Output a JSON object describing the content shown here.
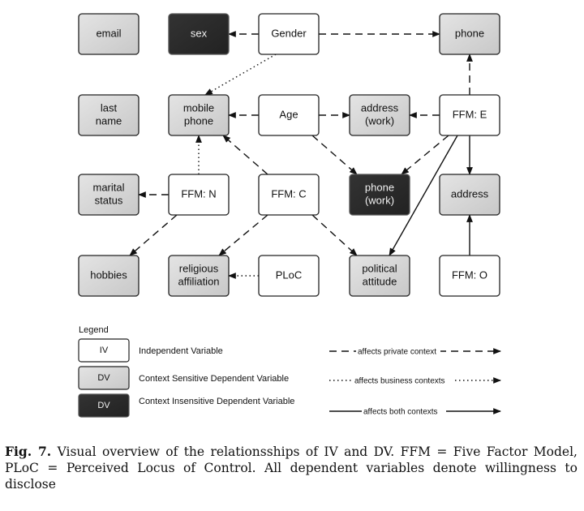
{
  "diagram": {
    "nodes": [
      {
        "id": "email",
        "label": [
          "email"
        ],
        "type": "dv_sensitive",
        "col": 0,
        "row": 0
      },
      {
        "id": "sex",
        "label": [
          "sex"
        ],
        "type": "dv_insensitive",
        "col": 1,
        "row": 0
      },
      {
        "id": "gender",
        "label": [
          "Gender"
        ],
        "type": "iv",
        "col": 2,
        "row": 0
      },
      {
        "id": "phone",
        "label": [
          "phone"
        ],
        "type": "dv_sensitive",
        "col": 4,
        "row": 0
      },
      {
        "id": "last_name",
        "label": [
          "last",
          "name"
        ],
        "type": "dv_sensitive",
        "col": 0,
        "row": 1
      },
      {
        "id": "mobile_phone",
        "label": [
          "mobile",
          "phone"
        ],
        "type": "dv_sensitive",
        "col": 1,
        "row": 1
      },
      {
        "id": "age",
        "label": [
          "Age"
        ],
        "type": "iv",
        "col": 2,
        "row": 1
      },
      {
        "id": "address_work",
        "label": [
          "address",
          "(work)"
        ],
        "type": "dv_sensitive",
        "col": 3,
        "row": 1
      },
      {
        "id": "ffm_e",
        "label": [
          "FFM: E"
        ],
        "type": "iv",
        "col": 4,
        "row": 1
      },
      {
        "id": "marital_status",
        "label": [
          "marital",
          "status"
        ],
        "type": "dv_sensitive",
        "col": 0,
        "row": 2
      },
      {
        "id": "ffm_n",
        "label": [
          "FFM: N"
        ],
        "type": "iv",
        "col": 1,
        "row": 2
      },
      {
        "id": "ffm_c",
        "label": [
          "FFM: C"
        ],
        "type": "iv",
        "col": 2,
        "row": 2
      },
      {
        "id": "phone_work",
        "label": [
          "phone",
          "(work)"
        ],
        "type": "dv_insensitive",
        "col": 3,
        "row": 2
      },
      {
        "id": "address",
        "label": [
          "address"
        ],
        "type": "dv_sensitive",
        "col": 4,
        "row": 2
      },
      {
        "id": "hobbies",
        "label": [
          "hobbies"
        ],
        "type": "dv_sensitive",
        "col": 0,
        "row": 3
      },
      {
        "id": "religious_affiliation",
        "label": [
          "religious",
          "affiliation"
        ],
        "type": "dv_sensitive",
        "col": 1,
        "row": 3
      },
      {
        "id": "ploc",
        "label": [
          "PLoC"
        ],
        "type": "iv",
        "col": 2,
        "row": 3
      },
      {
        "id": "political_attitude",
        "label": [
          "political",
          "attitude"
        ],
        "type": "dv_sensitive",
        "col": 3,
        "row": 3
      },
      {
        "id": "ffm_o",
        "label": [
          "FFM: O"
        ],
        "type": "iv",
        "col": 4,
        "row": 3
      }
    ],
    "edges": [
      {
        "from": "gender",
        "to": "sex",
        "style": "private"
      },
      {
        "from": "gender",
        "to": "phone",
        "style": "private"
      },
      {
        "from": "gender",
        "to": "mobile_phone",
        "style": "business"
      },
      {
        "from": "age",
        "to": "mobile_phone",
        "style": "private"
      },
      {
        "from": "age",
        "to": "address_work",
        "style": "private"
      },
      {
        "from": "age",
        "to": "phone_work",
        "style": "private"
      },
      {
        "from": "ffm_e",
        "to": "phone",
        "style": "private"
      },
      {
        "from": "ffm_e",
        "to": "address_work",
        "style": "private"
      },
      {
        "from": "ffm_e",
        "to": "phone_work",
        "style": "private"
      },
      {
        "from": "ffm_e",
        "to": "political_attitude",
        "style": "both"
      },
      {
        "from": "ffm_e",
        "to": "address",
        "style": "both"
      },
      {
        "from": "ffm_n",
        "to": "mobile_phone",
        "style": "business"
      },
      {
        "from": "ffm_n",
        "to": "marital_status",
        "style": "private"
      },
      {
        "from": "ffm_n",
        "to": "hobbies",
        "style": "private"
      },
      {
        "from": "ffm_c",
        "to": "mobile_phone",
        "style": "private"
      },
      {
        "from": "ffm_c",
        "to": "religious_affiliation",
        "style": "private"
      },
      {
        "from": "ffm_c",
        "to": "political_attitude",
        "style": "private"
      },
      {
        "from": "ploc",
        "to": "religious_affiliation",
        "style": "business"
      },
      {
        "from": "ffm_o",
        "to": "address",
        "style": "both"
      }
    ]
  },
  "legend": {
    "title": "Legend",
    "node_types": [
      {
        "type": "iv",
        "box_label": "IV",
        "description": "Independent Variable"
      },
      {
        "type": "dv_sensitive",
        "box_label": "DV",
        "description": "Context Sensitive Dependent Variable"
      },
      {
        "type": "dv_insensitive",
        "box_label": "DV",
        "description": "Context Insensitive Dependent Variable"
      }
    ],
    "edge_types": [
      {
        "style": "private",
        "label": "affects private context"
      },
      {
        "style": "business",
        "label": "affects business contexts"
      },
      {
        "style": "both",
        "label": "affects both contexts"
      }
    ]
  },
  "colors": {
    "iv_fill": "#ffffff",
    "dv_sensitive_fill": "#d6d6d6",
    "dv_insensitive_fill": "#2b2b2b",
    "stroke": "#222222"
  },
  "caption": {
    "fig_label": "Fig. 7.",
    "text": "Visual overview of the relationsships of IV and DV. FFM = Five Factor Model, PLoC = Perceived Locus of Control. All dependent variables denote willingness to disclose"
  }
}
